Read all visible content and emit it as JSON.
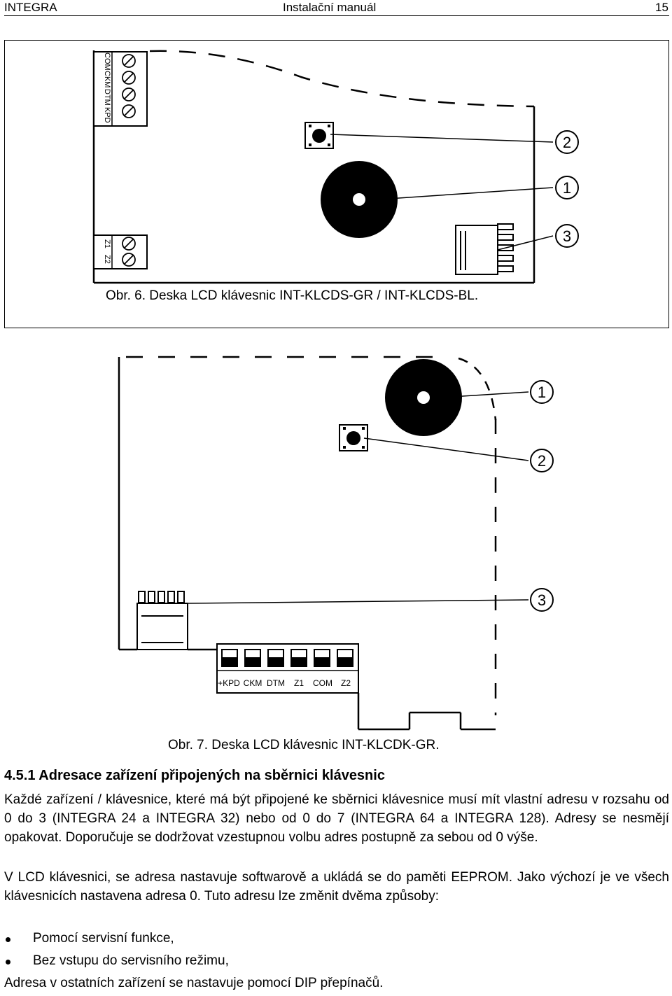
{
  "header": {
    "left": "INTEGRA",
    "center": "Instalační manuál",
    "page": "15"
  },
  "figure1": {
    "terminals_top": [
      "COM",
      "CKM",
      "DTM",
      "KPD"
    ],
    "terminals_bottom": [
      "Z1",
      "Z2"
    ],
    "callouts": [
      "2",
      "1",
      "3"
    ],
    "caption": "Obr. 6. Deska LCD klávesnic INT-KLCDS-GR / INT-KLCDS-BL."
  },
  "figure2": {
    "callouts": [
      "1",
      "2",
      "3"
    ],
    "terminals": [
      "+KPD",
      "CKM",
      "DTM",
      "Z1",
      "COM",
      "Z2"
    ],
    "caption": "Obr. 7. Deska LCD klávesnic INT-KLCDK-GR."
  },
  "section": {
    "title": "4.5.1 Adresace zařízení připojených na sběrnici klávesnic",
    "para1": "Každé zařízení / klávesnice, které má být připojené ke sběrnici klávesnice musí mít vlastní adresu v rozsahu od 0 do 3 (INTEGRA 24 a INTEGRA 32) nebo od 0 do 7 (INTEGRA 64 a INTEGRA 128). Adresy se nesmějí opakovat. Doporučuje se dodržovat vzestupnou volbu adres postupně za sebou od 0 výše.",
    "para2": "V LCD klávesnici, se adresa nastavuje softwarově a ukládá se do paměti EEPROM. Jako výchozí je ve všech klávesnicích nastavena adresa 0. Tuto adresu lze změnit dvěma způsoby:",
    "bullets": [
      "Pomocí servisní funkce,",
      "Bez vstupu do servisního režimu,"
    ],
    "last_line": "Adresa v ostatních zařízení se nastavuje pomocí DIP přepínačů."
  }
}
